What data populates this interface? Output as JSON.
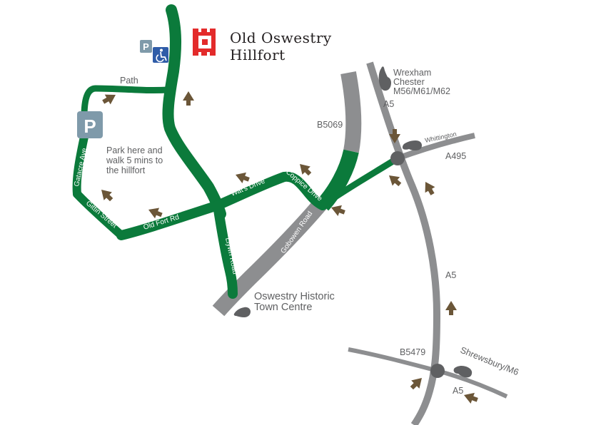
{
  "colors": {
    "green_road": "#0b7a3b",
    "grey_road": "#8d8e90",
    "arrow": "#6b5638",
    "label": "#5f6062",
    "title": "#231f20",
    "castle_red": "#e32b2b",
    "parking_sign": "#7f9aaa",
    "disabled_sign": "#2f5ca8"
  },
  "title": {
    "line1": "Old Oswestry",
    "line2": "Hillfort"
  },
  "parking_text": {
    "line1": "Park here and",
    "line2": "walk 5 mins to",
    "line3": "the hillfort"
  },
  "signs": {
    "parking_large": "P",
    "parking_small": "P",
    "disabled_icon": "wheelchair-icon"
  },
  "roads": {
    "path": "Path",
    "gatacre_ave": "Gatacre Ave",
    "gittin_street": "Gittin Street",
    "old_fort_rd": "Old Fort Rd",
    "wats_drive": "Wat's Drive",
    "coppice_drive": "Coppice Drive",
    "llywn_road": "Llywn Road",
    "gobowen_road": "Gobowen Road",
    "b5069": "B5069",
    "a495": "A495",
    "whittington": "Whittington",
    "a5_north": "A5",
    "a5_middle": "A5",
    "a5_south": "A5",
    "b5479": "B5479"
  },
  "destinations": {
    "north": [
      "Wrexham",
      "Chester",
      "M56/M61/M62"
    ],
    "town": [
      "Oswestry Historic",
      "Town Centre"
    ],
    "south": "Shrewsbury/M6"
  }
}
